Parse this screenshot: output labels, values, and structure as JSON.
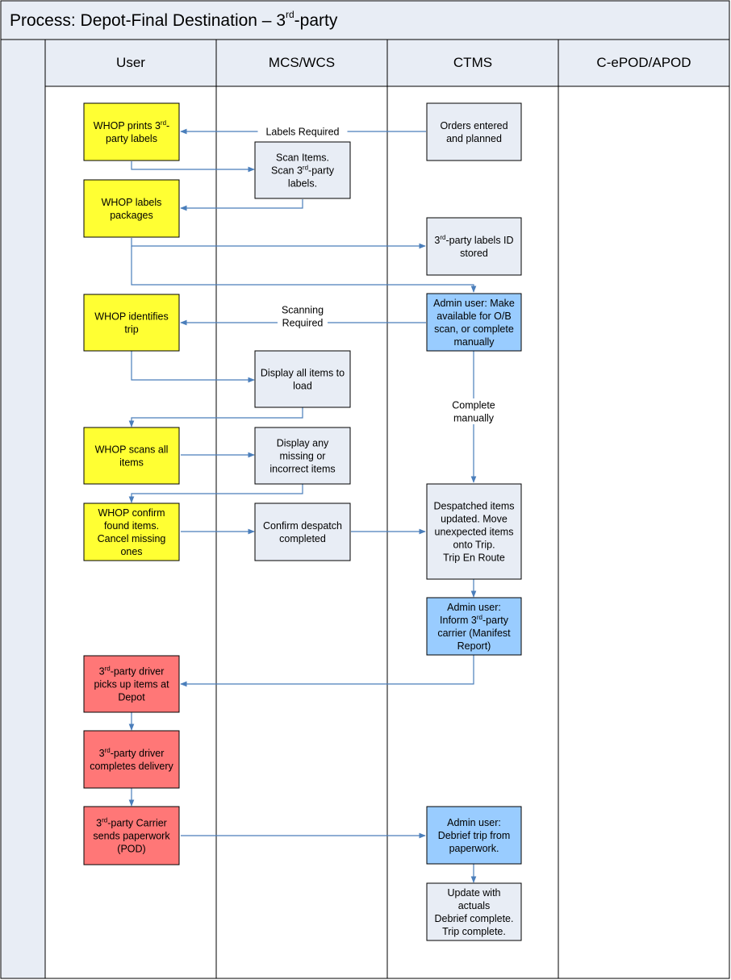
{
  "title": {
    "base": "Process: Depot-Final Destination – 3",
    "sup": "rd",
    "after": "-party"
  },
  "lanes": [
    "User",
    "MCS/WCS",
    "CTMS",
    "C-ePOD/APOD"
  ],
  "colors": {
    "header_bg": "#e8edf5",
    "user_box": "#ffff33",
    "wcs_box": "#e8edf5",
    "admin_box": "#99ccff",
    "driver_box": "#ff7777",
    "line": "#4a7ebb",
    "border": "#000000"
  },
  "boxes": {
    "whop_print_labels": [
      [
        {
          "t": "WHOP prints 3"
        },
        {
          "t": "rd",
          "sup": true
        },
        {
          "t": "-"
        }
      ],
      [
        {
          "t": "party labels"
        }
      ]
    ],
    "orders_entered": [
      [
        {
          "t": "Orders entered"
        }
      ],
      [
        {
          "t": "and planned"
        }
      ]
    ],
    "scan_items": [
      [
        {
          "t": "Scan Items."
        }
      ],
      [
        {
          "t": "Scan 3"
        },
        {
          "t": "rd",
          "sup": true
        },
        {
          "t": "-party"
        }
      ],
      [
        {
          "t": "labels."
        }
      ]
    ],
    "whop_labels_packages": [
      [
        {
          "t": "WHOP labels"
        }
      ],
      [
        {
          "t": "packages"
        }
      ]
    ],
    "labels_id_stored": [
      [
        {
          "t": "3"
        },
        {
          "t": "rd",
          "sup": true
        },
        {
          "t": "-party labels ID"
        }
      ],
      [
        {
          "t": "stored"
        }
      ]
    ],
    "whop_identifies_trip": [
      [
        {
          "t": "WHOP identifies"
        }
      ],
      [
        {
          "t": "trip"
        }
      ]
    ],
    "admin_make_available": [
      [
        {
          "t": "Admin user: Make"
        }
      ],
      [
        {
          "t": "available for O/B"
        }
      ],
      [
        {
          "t": "scan, or complete"
        }
      ],
      [
        {
          "t": "manually"
        }
      ]
    ],
    "display_all_items": [
      [
        {
          "t": "Display all items to"
        }
      ],
      [
        {
          "t": "load"
        }
      ]
    ],
    "whop_scans_all": [
      [
        {
          "t": "WHOP scans all"
        }
      ],
      [
        {
          "t": "items"
        }
      ]
    ],
    "display_missing": [
      [
        {
          "t": "Display any"
        }
      ],
      [
        {
          "t": "missing or"
        }
      ],
      [
        {
          "t": "incorrect items"
        }
      ]
    ],
    "whop_confirm_found": [
      [
        {
          "t": "WHOP confirm"
        }
      ],
      [
        {
          "t": "found items."
        }
      ],
      [
        {
          "t": "Cancel missing"
        }
      ],
      [
        {
          "t": "ones"
        }
      ]
    ],
    "confirm_despatch": [
      [
        {
          "t": "Confirm despatch"
        }
      ],
      [
        {
          "t": "completed"
        }
      ]
    ],
    "despatched_updated": [
      [
        {
          "t": "Despatched items"
        }
      ],
      [
        {
          "t": "updated. Move"
        }
      ],
      [
        {
          "t": "unexpected items"
        }
      ],
      [
        {
          "t": "onto Trip."
        }
      ],
      [
        {
          "t": "Trip En Route"
        }
      ]
    ],
    "admin_inform_carrier": [
      [
        {
          "t": "Admin user:"
        }
      ],
      [
        {
          "t": "Inform 3"
        },
        {
          "t": "rd",
          "sup": true
        },
        {
          "t": "-party"
        }
      ],
      [
        {
          "t": "carrier (Manifest"
        }
      ],
      [
        {
          "t": "Report)"
        }
      ]
    ],
    "driver_picks_up": [
      [
        {
          "t": "3"
        },
        {
          "t": "rd",
          "sup": true
        },
        {
          "t": "-party driver"
        }
      ],
      [
        {
          "t": "picks up items at"
        }
      ],
      [
        {
          "t": "Depot"
        }
      ]
    ],
    "driver_completes": [
      [
        {
          "t": "3"
        },
        {
          "t": "rd",
          "sup": true
        },
        {
          "t": "-party driver"
        }
      ],
      [
        {
          "t": "completes delivery"
        }
      ]
    ],
    "carrier_sends_paperwork": [
      [
        {
          "t": "3"
        },
        {
          "t": "rd",
          "sup": true
        },
        {
          "t": "-party Carrier"
        }
      ],
      [
        {
          "t": "sends paperwork"
        }
      ],
      [
        {
          "t": "(POD)"
        }
      ]
    ],
    "admin_debrief": [
      [
        {
          "t": "Admin user:"
        }
      ],
      [
        {
          "t": "Debrief trip from"
        }
      ],
      [
        {
          "t": "paperwork."
        }
      ]
    ],
    "update_actuals": [
      [
        {
          "t": "Update with"
        }
      ],
      [
        {
          "t": "actuals"
        }
      ],
      [
        {
          "t": "Debrief complete."
        }
      ],
      [
        {
          "t": "Trip complete."
        }
      ]
    ]
  },
  "edge_labels": {
    "labels_required": [
      "Labels Required"
    ],
    "scanning_required": [
      "Scanning",
      "Required"
    ],
    "complete_manually": [
      "Complete",
      "manually"
    ]
  }
}
